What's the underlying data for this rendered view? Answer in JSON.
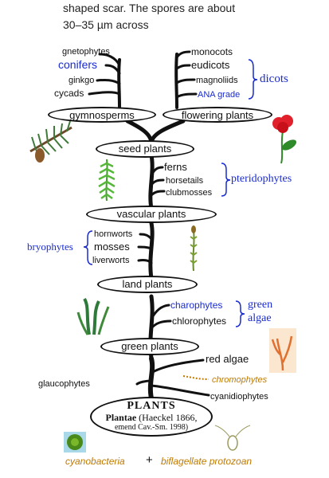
{
  "caption": {
    "line1": "shaped scar. The spores are about",
    "line2": "30–35 µm across"
  },
  "diagram": {
    "left_gymno": [
      "gnetophytes",
      "conifers",
      "ginkgo",
      "cycads"
    ],
    "right_flowering": [
      "monocots",
      "eudicots",
      "magnoliids",
      "ANA grade"
    ],
    "dicots": "dicots",
    "gymnosperms": "gymnosperms",
    "flowering_plants": "flowering plants",
    "seed_plants": "seed plants",
    "pterido_items": [
      "ferns",
      "horsetails",
      "clubmosses"
    ],
    "pteridophytes": "pteridophytes",
    "vascular_plants": "vascular plants",
    "bryo_items": [
      "hornworts",
      "mosses",
      "liverworts"
    ],
    "bryophytes": "bryophytes",
    "land_plants": "land plants",
    "green_algae_items": [
      "charophytes",
      "chlorophytes"
    ],
    "green_algae_line1": "green",
    "green_algae_line2": "algae",
    "green_plants": "green plants",
    "red_algae": "red algae",
    "chromophytes": "chromophytes",
    "glaucophytes": "glaucophytes",
    "cyanidiophytes": "cyanidiophytes",
    "plants_title": "PLANTS",
    "plantae_name": "Plantae",
    "plantae_author": "(Haeckel 1866,",
    "plantae_emend": "emend Cav.-Sm. 1998)",
    "cyanobacteria": "cyanobacteria",
    "plus": "+",
    "biflagellate": "biflagellate protozoan"
  },
  "colors": {
    "blue_label": "#1a2bd0",
    "orange_label": "#c07a00",
    "trunk": "#111111",
    "fern_green": "#3f9a2a",
    "flower_red": "#e0202a"
  }
}
